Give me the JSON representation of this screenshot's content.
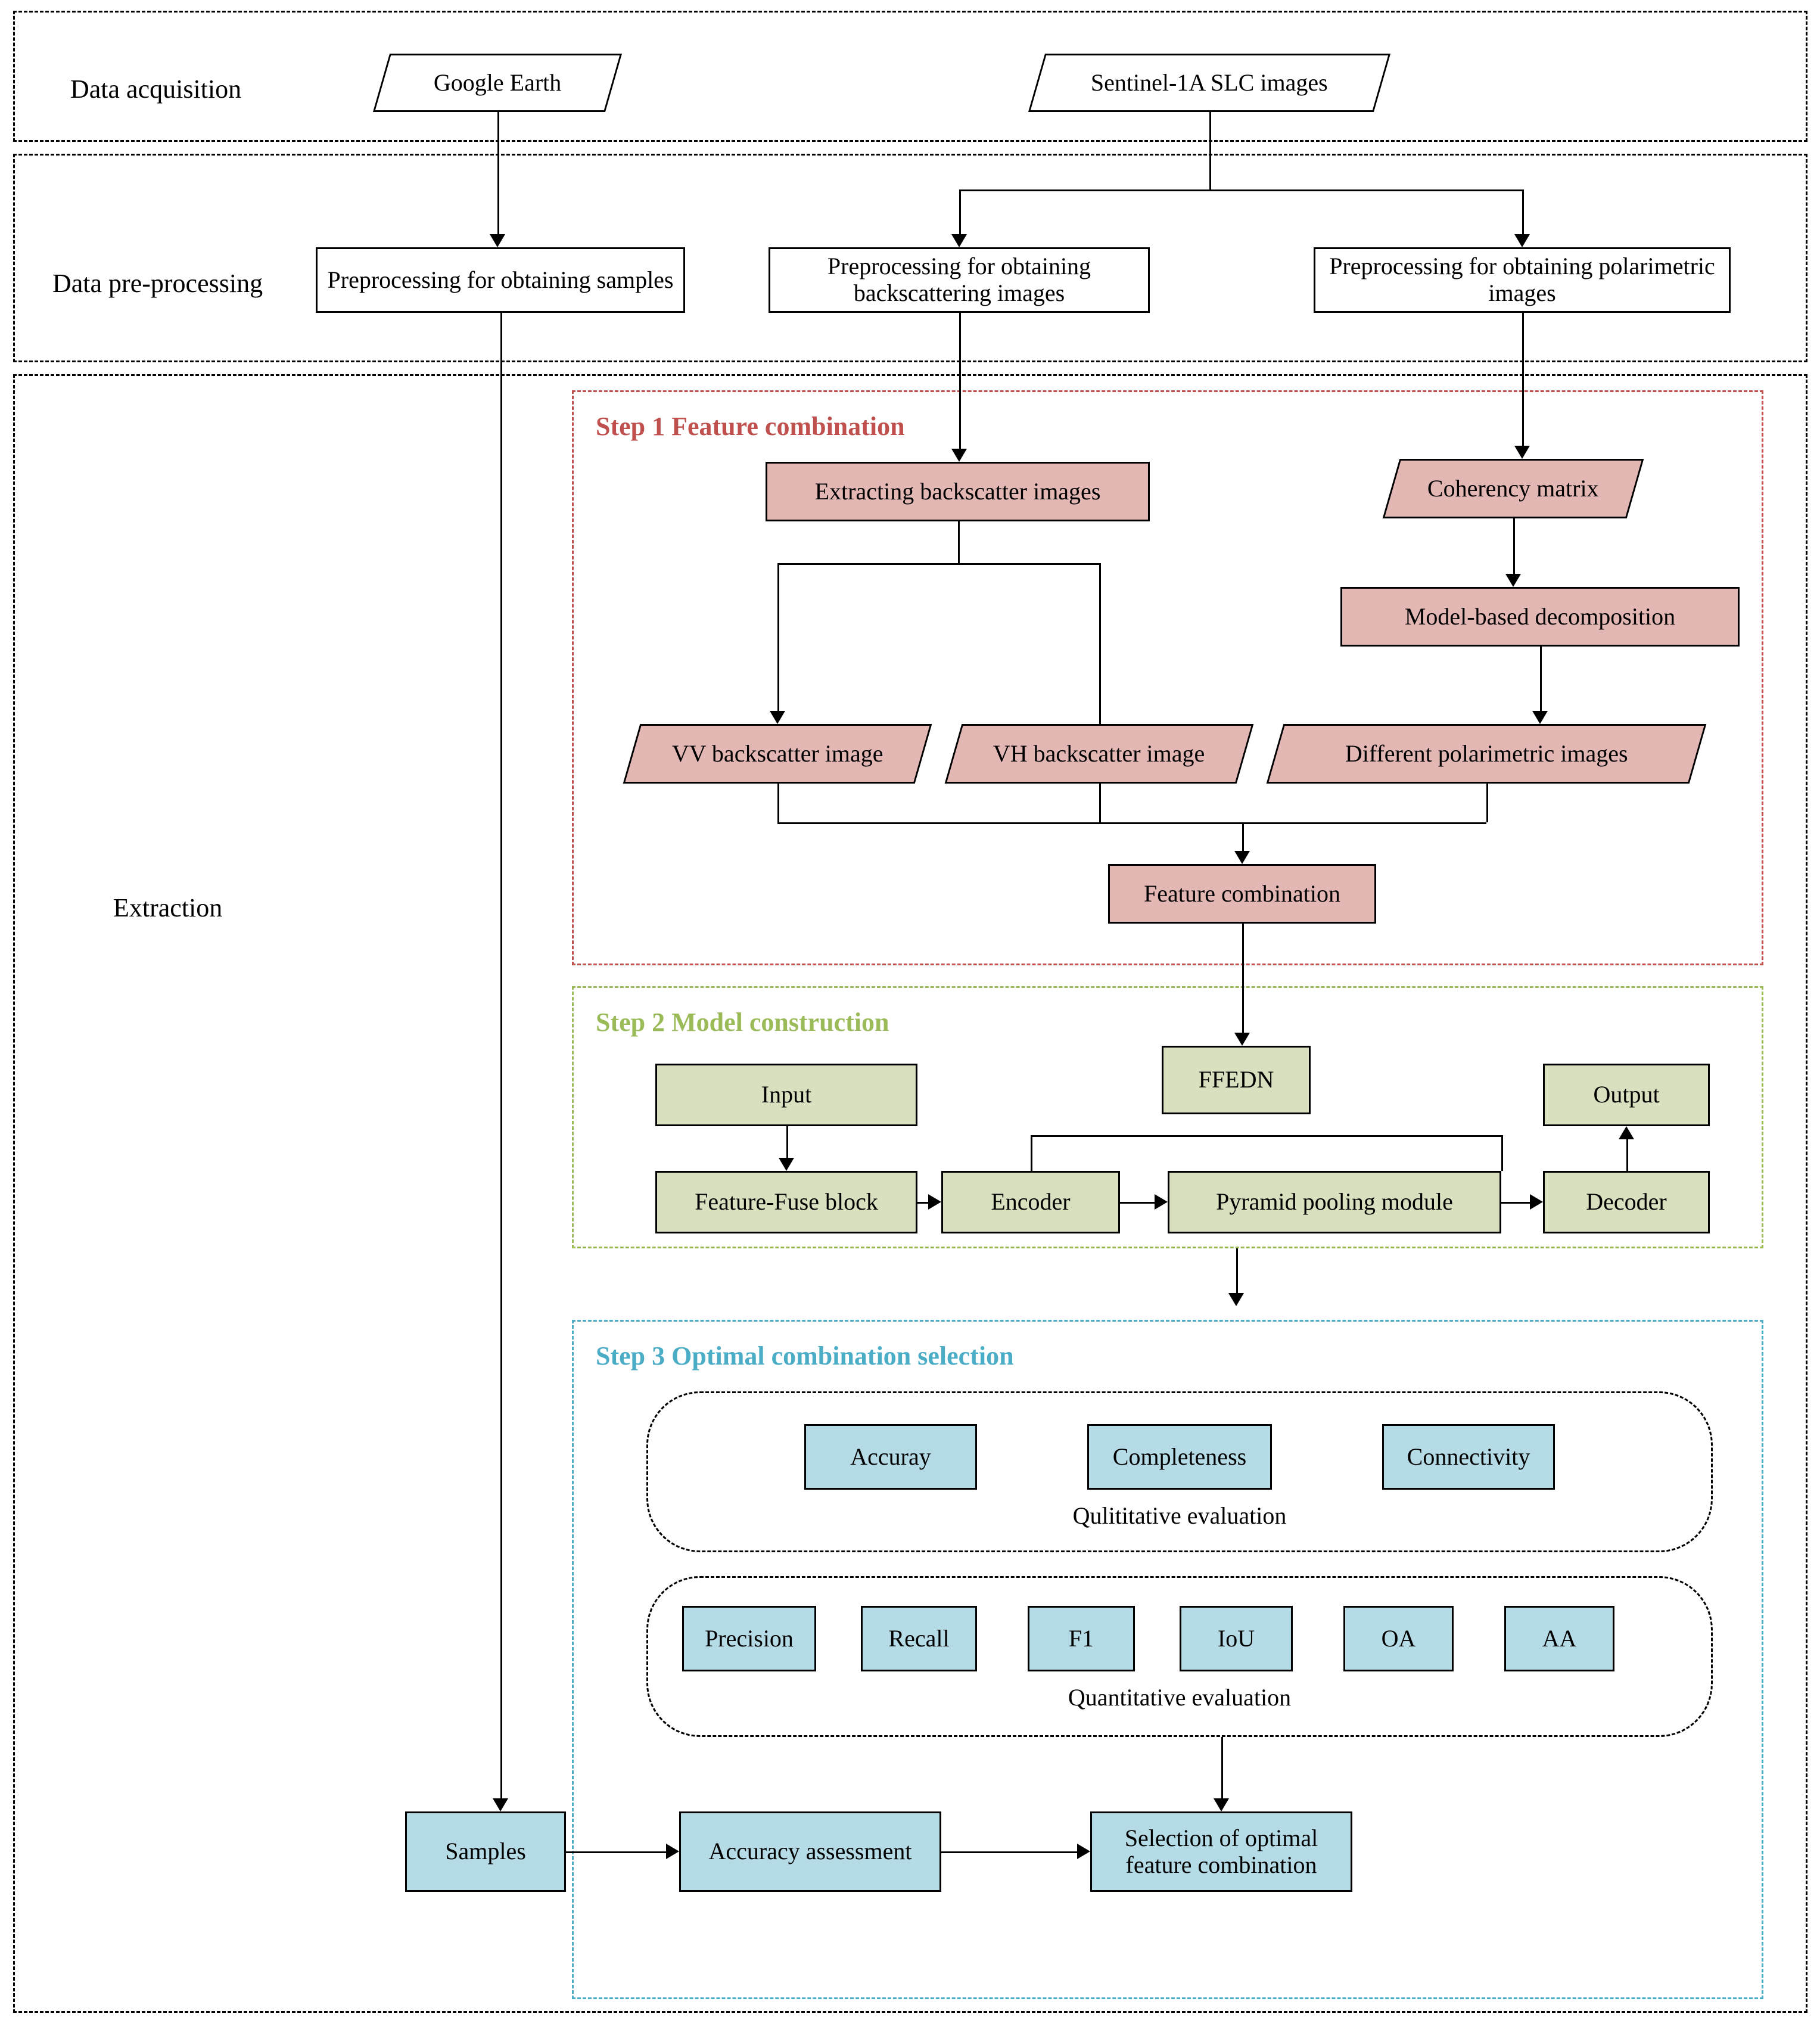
{
  "lanes": [
    {
      "id": "data-acquisition",
      "label": "Data acquisition"
    },
    {
      "id": "data-preprocessing",
      "label": "Data pre-processing"
    },
    {
      "id": "extraction",
      "label": "Extraction"
    }
  ],
  "acquisition": {
    "google_earth": "Google Earth",
    "sentinel": "Sentinel-1A SLC images"
  },
  "preprocessing": {
    "samples": "Preprocessing for obtaining samples",
    "backscattering": "Preprocessing for obtaining backscattering images",
    "polarimetric": "Preprocessing for obtaining polarimetric images"
  },
  "step1": {
    "title": "Step 1 Feature combination",
    "accent": "#c0504d",
    "fill": "#e3b7b4",
    "extracting": "Extracting backscatter images",
    "coherency": "Coherency matrix",
    "decomposition": "Model-based decomposition",
    "vv": "VV backscatter image",
    "vh": "VH backscatter image",
    "polarimetric_images": "Different polarimetric images",
    "feature_combination": "Feature combination"
  },
  "step2": {
    "title": "Step 2 Model construction",
    "accent": "#9bbb59",
    "fill": "#d8e0c0",
    "ffedn": "FFEDN",
    "input": "Input",
    "output": "Output",
    "feature_fuse": "Feature-Fuse block",
    "encoder": "Encoder",
    "pyramid": "Pyramid pooling module",
    "decoder": "Decoder"
  },
  "step3": {
    "title": "Step 3 Optimal combination selection",
    "accent": "#4bacc6",
    "fill": "#b5dbe6",
    "qualitative_label": "Qulititative evaluation",
    "qualitative_items": [
      "Accuray",
      "Completeness",
      "Connectivity"
    ],
    "quantitative_label": "Quantitative evaluation",
    "quantitative_items": [
      "Precision",
      "Recall",
      "F1",
      "IoU",
      "OA",
      "AA"
    ],
    "samples": "Samples",
    "accuracy_assessment": "Accuracy assessment",
    "selection": "Selection of optimal feature combination"
  }
}
